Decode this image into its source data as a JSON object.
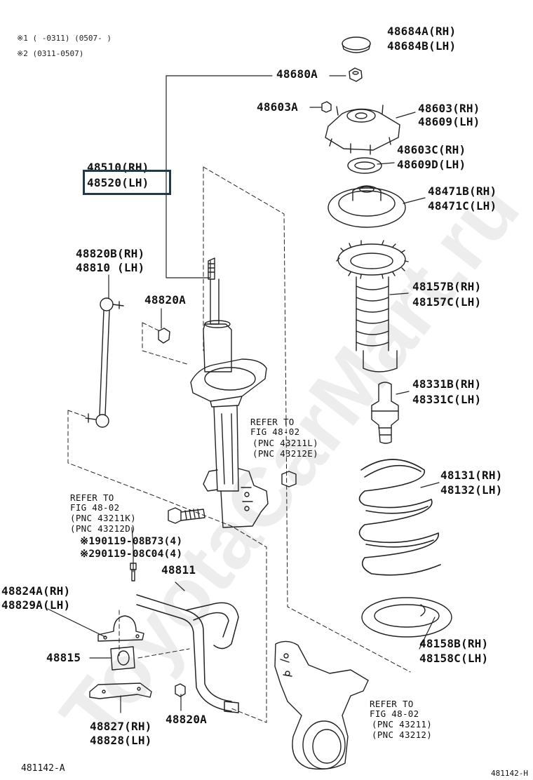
{
  "notes": {
    "n1": "※1 (      -0311) (0507-      )",
    "n2": "※2 (0311-0507)"
  },
  "watermark": "ToyotaCarMart.ru",
  "parts": {
    "p48684": [
      "48684A(RH)",
      "48684B(LH)"
    ],
    "p48680a": "48680A",
    "p48603a": "48603A",
    "p48603": [
      "48603(RH)",
      "48609(LH)"
    ],
    "p48603c": [
      "48603C(RH)",
      "48609D(LH)"
    ],
    "p48510": [
      "48510(RH)",
      "48520(LH)"
    ],
    "p48471": [
      "48471B(RH)",
      "48471C(LH)"
    ],
    "p48820b": [
      "48820B(RH)",
      "48810 (LH)"
    ],
    "p48820a_top": "48820A",
    "p48157": [
      "48157B(RH)",
      "48157C(LH)"
    ],
    "p48331": [
      "48331B(RH)",
      "48331C(LH)"
    ],
    "p48131": [
      "48131(RH)",
      "48132(LH)"
    ],
    "p48811": "48811",
    "p48824": [
      "48824A(RH)",
      "48829A(LH)"
    ],
    "p48815": "48815",
    "p48158": [
      "48158B(RH)",
      "48158C(LH)"
    ],
    "p48827": [
      "48827(RH)",
      "48828(LH)"
    ],
    "p48820a_bot": "48820A",
    "bolt1": "※190119-08B73(4)",
    "bolt2": "※290119-08C04(4)"
  },
  "refs": {
    "r1": [
      "REFER TO",
      "FIG 48-02",
      "(PNC 43211L)",
      "(PNC 43212E)"
    ],
    "r2": [
      "REFER TO",
      "FIG 48-02",
      "(PNC 43211K)",
      "(PNC 43212D)"
    ],
    "r3": [
      "REFER TO",
      "FIG 48-02",
      "(PNC 43211)",
      "(PNC 43212)"
    ]
  },
  "codes": {
    "left": "481142-A",
    "right": "481142-H"
  },
  "highlight": "48520(LH)"
}
